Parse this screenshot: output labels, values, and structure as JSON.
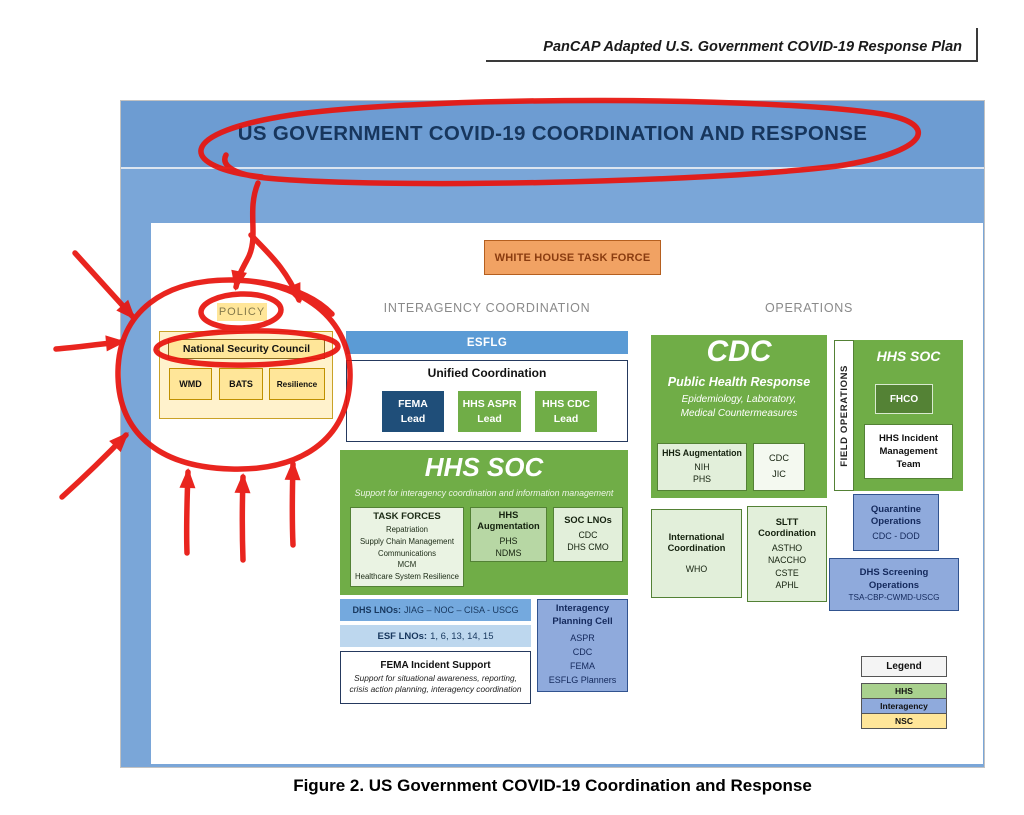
{
  "colors": {
    "hhs_green": "#70ad47",
    "hhs_green_dark": "#548235",
    "hhs_green_pale": "#e2efda",
    "interagency_blue": "#8faadc",
    "esflg_blue": "#5b9bd5",
    "fema_navy": "#1f4e79",
    "nsc_yellow": "#ffe699",
    "nsc_yellow_pale": "#fff2cc",
    "task_force_orange": "#f1a263",
    "banner_blue": "#6d9cd2",
    "annotation_red": "#e8150f"
  },
  "page": {
    "header": "PanCAP Adapted U.S. Government COVID-19 Response Plan",
    "caption": "Figure 2. US Government COVID-19 Coordination and Response"
  },
  "banner": {
    "title": "US GOVERNMENT COVID-19 COORDINATION AND RESPONSE"
  },
  "diagram": {
    "white_house_task_force": "WHITE HOUSE TASK FORCE",
    "policy": {
      "label": "POLICY",
      "nsc_title": "National Security Council",
      "items": [
        {
          "label": "WMD"
        },
        {
          "label": "BATS"
        },
        {
          "label": "Resilience"
        }
      ]
    },
    "interagency": {
      "section_label": "INTERAGENCY COORDINATION",
      "esflg": "ESFLG",
      "unified": {
        "title": "Unified Coordination",
        "fema": "FEMA\nLead",
        "hhs_aspr": "HHS ASPR\nLead",
        "hhs_cdc": "HHS CDC\nLead"
      },
      "hhs_soc": {
        "title": "HHS SOC",
        "subtitle": "Support for interagency coordination and information management",
        "task_forces": {
          "title": "TASK FORCES",
          "lines": "Repatriation\nSupply Chain Management\nCommunications\nMCM\nHealthcare System Resilience"
        },
        "augmentation": {
          "title": "HHS\nAugmentation",
          "lines": "PHS\nNDMS"
        },
        "soc_lnos": {
          "title": "SOC LNOs",
          "lines": "CDC\nDHS CMO"
        }
      },
      "dhs_lnos": {
        "label": "DHS LNOs:",
        "value": "JIAG – NOC – CISA - USCG"
      },
      "esf_lnos": {
        "label": "ESF LNOs:",
        "value": "1, 6, 13, 14, 15"
      },
      "fema_incident": {
        "title": "FEMA Incident Support",
        "subtitle": "Support for situational awareness, reporting, crisis action planning, interagency coordination"
      },
      "planning_cell": {
        "title": "Interagency\nPlanning Cell",
        "lines": "ASPR\nCDC\nFEMA\nESFLG Planners"
      }
    },
    "operations": {
      "section_label": "OPERATIONS",
      "cdc": {
        "title": "CDC",
        "subtitle": "Public Health Response",
        "description": "Epidemiology, Laboratory,\nMedical Countermeasures",
        "augmentation": {
          "title": "HHS Augmentation",
          "lines": "NIH\nPHS"
        },
        "jic": {
          "lines": "CDC\nJIC"
        }
      },
      "international": {
        "title": "International\nCoordination",
        "lines": "WHO"
      },
      "sltt": {
        "title": "SLTT\nCoordination",
        "lines": "ASTHO\nNACCHO\nCSTE\nAPHL"
      },
      "hhs_soc_field": {
        "field_label": "FIELD OPERATIONS",
        "title": "HHS SOC",
        "fhco": "FHCO",
        "incident_team": "HHS Incident\nManagement\nTeam"
      },
      "quarantine": {
        "title": "Quarantine\nOperations",
        "lines": "CDC - DOD"
      },
      "dhs_screening": {
        "title": "DHS Screening\nOperations",
        "lines": "TSA-CBP-CWMD-USCG"
      }
    },
    "legend": {
      "title": "Legend",
      "rows": [
        {
          "label": "HHS",
          "color": "#a9d18e"
        },
        {
          "label": "Interagency",
          "color": "#8faadc"
        },
        {
          "label": "NSC",
          "color": "#ffe699"
        }
      ]
    }
  }
}
